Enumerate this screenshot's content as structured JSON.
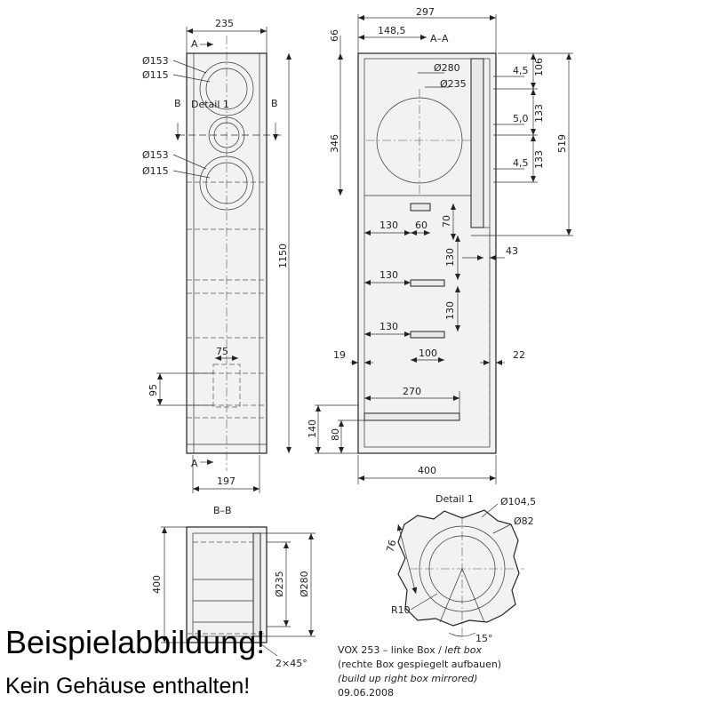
{
  "front_view": {
    "width": "235",
    "width_bottom": "197",
    "height": "1150",
    "port_width": "75",
    "port_height": "95",
    "upper_outer_dia": "Ø153",
    "upper_inner_dia": "Ø115",
    "lower_outer_dia": "Ø153",
    "lower_inner_dia": "Ø115",
    "detail_label": "Detail 1",
    "section_a_top": "A",
    "section_a_bottom": "A",
    "section_b_left": "B",
    "section_b_right": "B"
  },
  "section_aa": {
    "title": "A–A",
    "depth": "297",
    "half_depth": "148,5",
    "top_gap": "66",
    "chamber_height": "346",
    "chamber_outer_dia": "Ø280",
    "chamber_inner_dia": "Ø235",
    "dim_106": "106",
    "dim_133a": "133",
    "dim_133b": "133",
    "dim_519": "519",
    "dim_4_5a": "4,5",
    "dim_5_0": "5,0",
    "dim_4_5b": "4,5",
    "brace1_offset": "130",
    "brace1_width": "60",
    "brace1_height": "70",
    "brace_spacing1": "130",
    "brace2_offset": "130",
    "brace_spacing2": "130",
    "brace3_offset": "130",
    "brace3_width": "100",
    "dim_43": "43",
    "dim_19": "19",
    "dim_22": "22",
    "bottom_shelf": "270",
    "dim_140": "140",
    "dim_80": "80",
    "total_width": "400"
  },
  "section_bb": {
    "title": "B–B",
    "height": "400",
    "inner_dia": "Ø235",
    "outer_dia": "Ø280",
    "chamfer": "2×45°"
  },
  "detail": {
    "title": "Detail 1",
    "outer_dia": "Ø104,5",
    "inner_dia": "Ø82",
    "dim_76": "76",
    "radius": "R10",
    "angle": "15°"
  },
  "notes": {
    "line1_a": "VOX 253 – linke Box / ",
    "line1_b": "left box",
    "line2": "(rechte Box gespiegelt aufbauen)",
    "line3": "(build up right box mirrored)",
    "date": "09.06.2008"
  },
  "banner": {
    "line1": "Beispielabbildung!",
    "line2": "Kein Gehäuse enthalten!"
  }
}
